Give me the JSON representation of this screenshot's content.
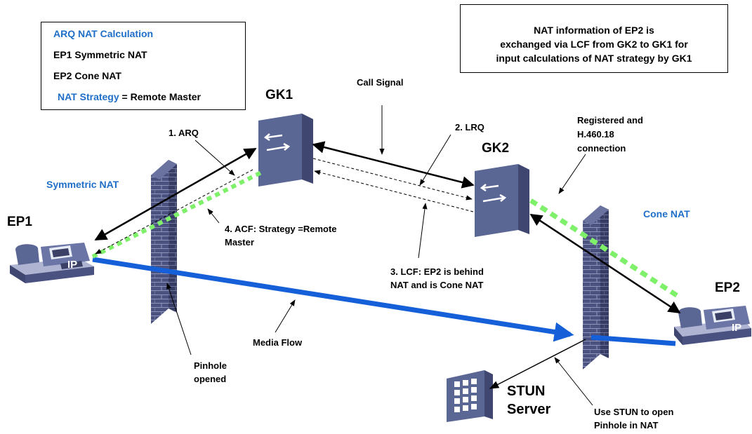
{
  "legend": {
    "title": "ARQ NAT Calculation",
    "line1": "EP1 Symmetric NAT",
    "line2": "EP2 Cone NAT",
    "strategy_prefix": "NAT Strategy",
    "strategy_value": "= Remote Master"
  },
  "info_box": {
    "line1": "NAT information of EP2 is",
    "line2": "exchanged via LCF from GK2 to GK1 for",
    "line3": "input calculations of NAT strategy by GK1"
  },
  "nodes": {
    "gk1": "GK1",
    "gk2": "GK2",
    "ep1": "EP1",
    "ep2": "EP2",
    "stun_line1": "STUN",
    "stun_line2": "Server",
    "ip_label": "IP"
  },
  "nat_labels": {
    "symmetric": "Symmetric NAT",
    "cone": "Cone NAT"
  },
  "messages": {
    "call_signal": "Call Signal",
    "arq": "1. ARQ",
    "lrq": "2. LRQ",
    "lcf_line1": "3. LCF: EP2 is behind",
    "lcf_line2": "NAT and is Cone NAT",
    "acf_line1": "4. ACF: Strategy =Remote",
    "acf_line2": "Master",
    "registered_line1": "Registered and",
    "registered_line2": "H.460.18",
    "registered_line3": "connection",
    "media_flow": "Media Flow",
    "pinhole_line1": "Pinhole",
    "pinhole_line2": "opened",
    "stun_use_line1": "Use STUN to open",
    "stun_use_line2": "Pinhole in NAT"
  },
  "colors": {
    "media_flow": "#1560d8",
    "nat_connection": "#7ff06a",
    "label_blue": "#1f6fc8",
    "device": "#5a6694"
  }
}
